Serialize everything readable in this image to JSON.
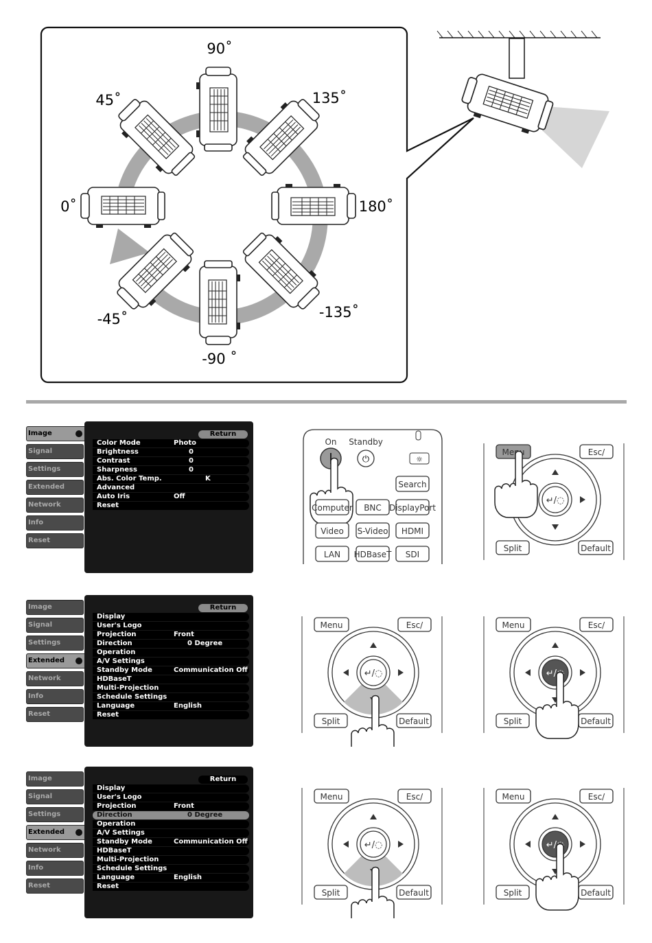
{
  "angles": {
    "a90": "90˚",
    "a45": "45˚",
    "a135": "135˚",
    "a0": "0˚",
    "a180": "180˚",
    "am45": "-45˚",
    "am135": "-135˚",
    "am90": "-90 ˚"
  },
  "tabs": [
    "Image",
    "Signal",
    "Settings",
    "Extended",
    "Network",
    "Info",
    "Reset"
  ],
  "osd": [
    {
      "active_tab": 0,
      "return_label": "Return",
      "rows": [
        {
          "label": "Color Mode",
          "value": "Photo"
        },
        {
          "label": "Brightness",
          "value": "0"
        },
        {
          "label": "Contrast",
          "value": "0"
        },
        {
          "label": "Sharpness",
          "value": "0"
        },
        {
          "label": "Abs. Color Temp.",
          "value": "K"
        },
        {
          "label": "Advanced",
          "value": ""
        },
        {
          "label": "Auto Iris",
          "value": "Off"
        },
        {
          "label": "Reset",
          "value": ""
        }
      ]
    },
    {
      "active_tab": 3,
      "return_label": "Return",
      "rows": [
        {
          "label": "Display",
          "value": ""
        },
        {
          "label": "User's Logo",
          "value": ""
        },
        {
          "label": "Projection",
          "value": "Front"
        },
        {
          "label": "Direction",
          "value": "0 Degree"
        },
        {
          "label": "Operation",
          "value": ""
        },
        {
          "label": "A/V Settings",
          "value": ""
        },
        {
          "label": "Standby Mode",
          "value": "Communication Off"
        },
        {
          "label": "HDBaseT",
          "value": ""
        },
        {
          "label": "Multi-Projection",
          "value": ""
        },
        {
          "label": "Schedule Settings",
          "value": ""
        },
        {
          "label": "Language",
          "value": "English"
        },
        {
          "label": "Reset",
          "value": ""
        }
      ]
    },
    {
      "active_tab": 3,
      "return_label": "Return",
      "selected_row": 3,
      "rows": [
        {
          "label": "Display",
          "value": ""
        },
        {
          "label": "User's Logo",
          "value": ""
        },
        {
          "label": "Projection",
          "value": "Front"
        },
        {
          "label": "Direction",
          "value": "0 Degree"
        },
        {
          "label": "Operation",
          "value": ""
        },
        {
          "label": "A/V Settings",
          "value": ""
        },
        {
          "label": "Standby Mode",
          "value": "Communication Off"
        },
        {
          "label": "HDBaseT",
          "value": ""
        },
        {
          "label": "Multi-Projection",
          "value": ""
        },
        {
          "label": "Schedule Settings",
          "value": ""
        },
        {
          "label": "Language",
          "value": "English"
        },
        {
          "label": "Reset",
          "value": ""
        }
      ]
    }
  ],
  "remote": {
    "on": "On",
    "standby": "Standby",
    "search": "Search",
    "computer": "Computer",
    "bnc": "BNC",
    "displayport": "DisplayPort",
    "video": "Video",
    "svideo": "S-Video",
    "hdmi": "HDMI",
    "lan": "LAN",
    "hdbaset": "HDBaseT",
    "sdi": "SDI"
  },
  "dpad": {
    "menu": "Menu",
    "esc": "Esc/",
    "split": "Split",
    "default": "Default"
  }
}
